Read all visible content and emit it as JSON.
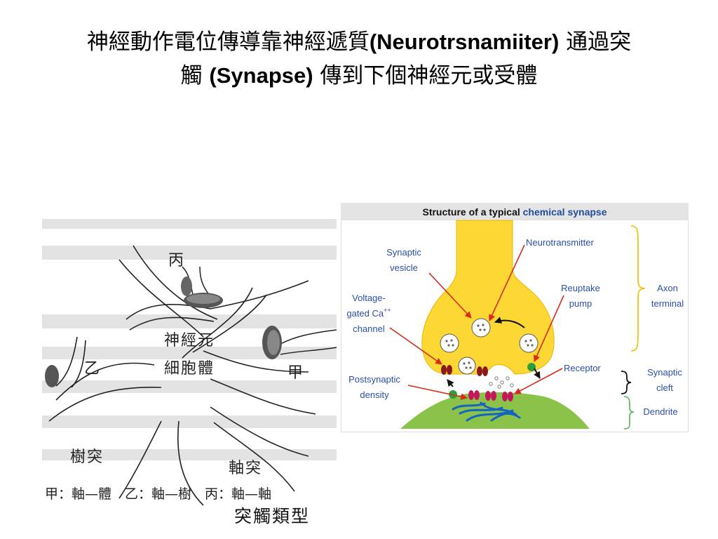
{
  "title": {
    "line1_a": "神經動作電位傳導靠神經遞質",
    "line1_b": "(Neurotrsnamiiter)",
    "line1_c": " 通過突",
    "line2_a": "觸 ",
    "line2_b": "(Synapse)",
    "line2_c": " 傳到下個神經元或受體"
  },
  "left_figure": {
    "label_bing": "丙",
    "label_neuron": "神經元",
    "label_cellbody": "細胞體",
    "label_jia": "甲",
    "label_yi": "乙",
    "label_dendrite": "樹突",
    "label_axon": "軸突",
    "legend": "甲：軸—體　乙：軸—樹　丙：軸—軸",
    "caption": "突觸類型"
  },
  "right_figure": {
    "header_prefix": "Structure of a typical ",
    "header_highlight": "chemical synapse",
    "labels": {
      "synaptic_vesicle_1": "Synaptic",
      "synaptic_vesicle_2": "vesicle",
      "neurotransmitter": "Neurotransmitter",
      "voltage_1": "Voltage-",
      "voltage_2": "gated Ca",
      "voltage_sup": "++",
      "voltage_3": "channel",
      "reuptake_1": "Reuptake",
      "reuptake_2": "pump",
      "axon_1": "Axon",
      "axon_2": "terminal",
      "receptor": "Receptor",
      "cleft_1": "Synaptic",
      "cleft_2": "cleft",
      "postsyn_1": "Postsynaptic",
      "postsyn_2": "density",
      "dendrite": "Dendrite"
    }
  },
  "colors": {
    "header_blue": "#1f4e9c",
    "label_blue": "#2a4fa8",
    "terminal_yellow": "#fdd835",
    "dendrite_green": "#8bc34a",
    "arrow_red": "#d92b1c",
    "channel_dark_red": "#8b1a1a",
    "receptor_pink": "#c2185b",
    "bracket_yellow": "#f0c419",
    "bracket_green": "#66bb6a"
  }
}
